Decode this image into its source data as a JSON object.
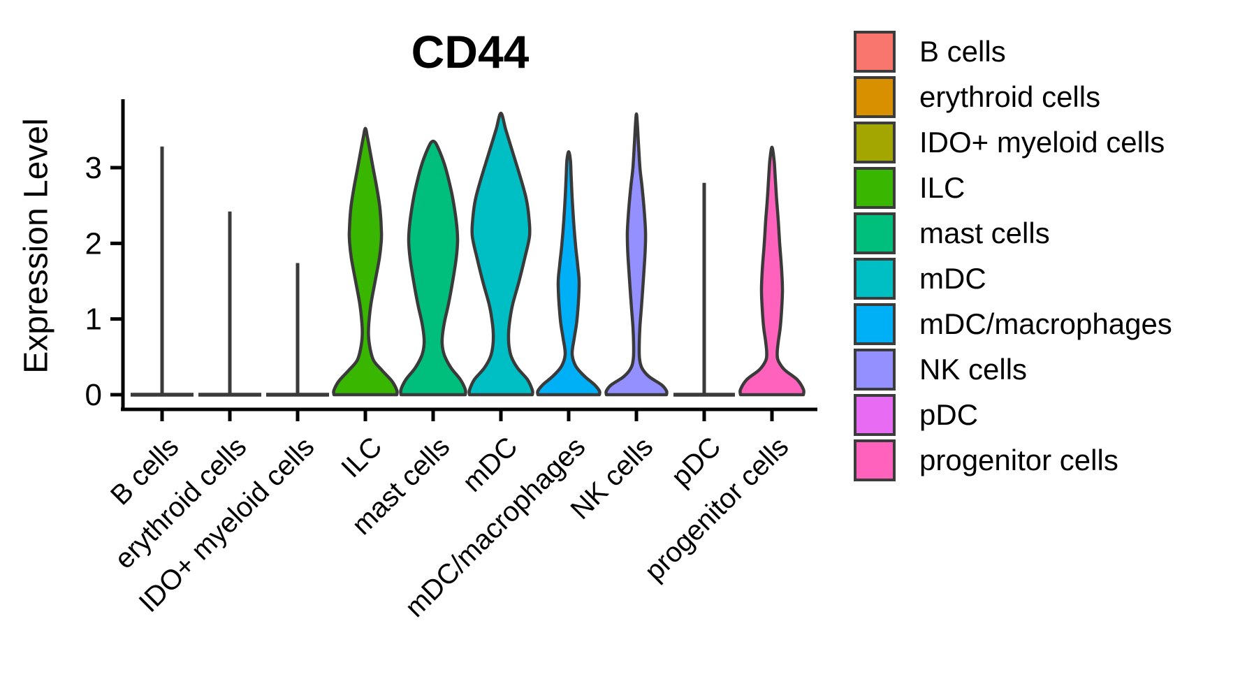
{
  "title": "CD44",
  "y_axis": {
    "label": "Expression Level",
    "tick_labels": [
      "0",
      "1",
      "2",
      "3"
    ]
  },
  "x_axis": {
    "categories": [
      "B cells",
      "erythroid cells",
      "IDO+ myeloid cells",
      "ILC",
      "mast cells",
      "mDC",
      "mDC/macrophages",
      "NK cells",
      "pDC",
      "progenitor cells"
    ]
  },
  "legend": {
    "items": [
      {
        "label": "B cells",
        "color": "#F8766D"
      },
      {
        "label": "erythroid cells",
        "color": "#D89000"
      },
      {
        "label": "IDO+ myeloid cells",
        "color": "#A3A500"
      },
      {
        "label": "ILC",
        "color": "#39B600"
      },
      {
        "label": "mast cells",
        "color": "#00BF7D"
      },
      {
        "label": "mDC",
        "color": "#00BFC4"
      },
      {
        "label": "mDC/macrophages",
        "color": "#00B0F6"
      },
      {
        "label": "NK cells",
        "color": "#9590FF"
      },
      {
        "label": "pDC",
        "color": "#E76BF3"
      },
      {
        "label": "progenitor cells",
        "color": "#FF62BC"
      }
    ]
  },
  "chart_data": {
    "type": "violin",
    "title": "CD44",
    "xlabel": "",
    "ylabel": "Expression Level",
    "ylim": [
      0,
      3.9
    ],
    "yticks": [
      0,
      1,
      2,
      3
    ],
    "grid": false,
    "legend_position": "right",
    "categories": [
      "B cells",
      "erythroid cells",
      "IDO+ myeloid cells",
      "ILC",
      "mast cells",
      "mDC",
      "mDC/macrophages",
      "NK cells",
      "pDC",
      "progenitor cells"
    ],
    "outline_color": "#3a3a3a",
    "series": [
      {
        "name": "B cells",
        "color": "#F8766D",
        "kind": "spike",
        "max_expression": 3.28,
        "base_halfwidth": 45
      },
      {
        "name": "erythroid cells",
        "color": "#D89000",
        "kind": "spike",
        "max_expression": 2.42,
        "base_halfwidth": 45
      },
      {
        "name": "IDO+ myeloid cells",
        "color": "#A3A500",
        "kind": "spike",
        "max_expression": 1.74,
        "base_halfwidth": 45
      },
      {
        "name": "ILC",
        "color": "#39B600",
        "kind": "violin",
        "max_expression": 3.52,
        "profile": [
          [
            0,
            45
          ],
          [
            0.06,
            45
          ],
          [
            0.18,
            38
          ],
          [
            0.32,
            24
          ],
          [
            0.45,
            12
          ],
          [
            0.6,
            7
          ],
          [
            0.78,
            4.5
          ],
          [
            0.95,
            5
          ],
          [
            1.2,
            8
          ],
          [
            1.5,
            14
          ],
          [
            1.8,
            20
          ],
          [
            2.0,
            22.5
          ],
          [
            2.15,
            23
          ],
          [
            2.45,
            21
          ],
          [
            2.7,
            17
          ],
          [
            2.95,
            12
          ],
          [
            3.2,
            7
          ],
          [
            3.4,
            3
          ],
          [
            3.52,
            0
          ]
        ]
      },
      {
        "name": "mast cells",
        "color": "#00BF7D",
        "kind": "violin",
        "max_expression": 3.35,
        "profile": [
          [
            0,
            46
          ],
          [
            0.07,
            46
          ],
          [
            0.2,
            39
          ],
          [
            0.35,
            26
          ],
          [
            0.5,
            17
          ],
          [
            0.62,
            13.5
          ],
          [
            0.75,
            13
          ],
          [
            0.95,
            16
          ],
          [
            1.2,
            22
          ],
          [
            1.5,
            28
          ],
          [
            1.8,
            33
          ],
          [
            2.05,
            35
          ],
          [
            2.3,
            33
          ],
          [
            2.6,
            28
          ],
          [
            2.85,
            22
          ],
          [
            3.05,
            16
          ],
          [
            3.2,
            10
          ],
          [
            3.32,
            4
          ],
          [
            3.35,
            0
          ]
        ]
      },
      {
        "name": "mDC",
        "color": "#00BFC4",
        "kind": "violin",
        "max_expression": 3.72,
        "profile": [
          [
            0,
            45
          ],
          [
            0.06,
            45
          ],
          [
            0.2,
            38
          ],
          [
            0.35,
            24
          ],
          [
            0.5,
            15
          ],
          [
            0.65,
            11.5
          ],
          [
            0.82,
            11
          ],
          [
            1.0,
            13
          ],
          [
            1.2,
            17
          ],
          [
            1.5,
            26
          ],
          [
            1.8,
            34
          ],
          [
            2.1,
            41
          ],
          [
            2.35,
            40
          ],
          [
            2.6,
            36
          ],
          [
            2.9,
            27
          ],
          [
            3.2,
            17
          ],
          [
            3.5,
            7
          ],
          [
            3.72,
            0
          ]
        ]
      },
      {
        "name": "mDC/macrophages",
        "color": "#00B0F6",
        "kind": "violin",
        "max_expression": 3.21,
        "profile": [
          [
            0,
            44
          ],
          [
            0.05,
            44
          ],
          [
            0.14,
            36
          ],
          [
            0.25,
            22
          ],
          [
            0.38,
            10
          ],
          [
            0.54,
            5
          ],
          [
            0.75,
            8
          ],
          [
            1.0,
            12
          ],
          [
            1.45,
            15
          ],
          [
            1.7,
            13
          ],
          [
            1.96,
            10
          ],
          [
            2.3,
            7
          ],
          [
            2.6,
            5
          ],
          [
            2.9,
            3.5
          ],
          [
            3.1,
            2.5
          ],
          [
            3.21,
            0
          ]
        ]
      },
      {
        "name": "NK cells",
        "color": "#9590FF",
        "kind": "violin",
        "max_expression": 3.71,
        "profile": [
          [
            0,
            43
          ],
          [
            0.05,
            43
          ],
          [
            0.13,
            36
          ],
          [
            0.24,
            18
          ],
          [
            0.35,
            8
          ],
          [
            0.47,
            4.5
          ],
          [
            0.65,
            4
          ],
          [
            0.9,
            5
          ],
          [
            1.2,
            7.5
          ],
          [
            1.6,
            10.5
          ],
          [
            1.9,
            12.5
          ],
          [
            2.15,
            13
          ],
          [
            2.45,
            11
          ],
          [
            2.75,
            8
          ],
          [
            3.0,
            5
          ],
          [
            3.3,
            3
          ],
          [
            3.55,
            1.5
          ],
          [
            3.71,
            0
          ]
        ]
      },
      {
        "name": "pDC",
        "color": "#E76BF3",
        "kind": "spike",
        "max_expression": 2.8,
        "base_halfwidth": 44
      },
      {
        "name": "progenitor cells",
        "color": "#FF62BC",
        "kind": "violin",
        "max_expression": 3.27,
        "profile": [
          [
            0,
            45
          ],
          [
            0.07,
            45
          ],
          [
            0.2,
            36
          ],
          [
            0.33,
            18
          ],
          [
            0.45,
            9
          ],
          [
            0.55,
            7.5
          ],
          [
            0.7,
            9
          ],
          [
            0.9,
            12
          ],
          [
            1.15,
            14
          ],
          [
            1.4,
            15
          ],
          [
            1.7,
            13.5
          ],
          [
            2.0,
            11
          ],
          [
            2.3,
            9
          ],
          [
            2.6,
            6.5
          ],
          [
            2.9,
            4.5
          ],
          [
            3.1,
            3
          ],
          [
            3.27,
            0
          ]
        ]
      }
    ]
  }
}
